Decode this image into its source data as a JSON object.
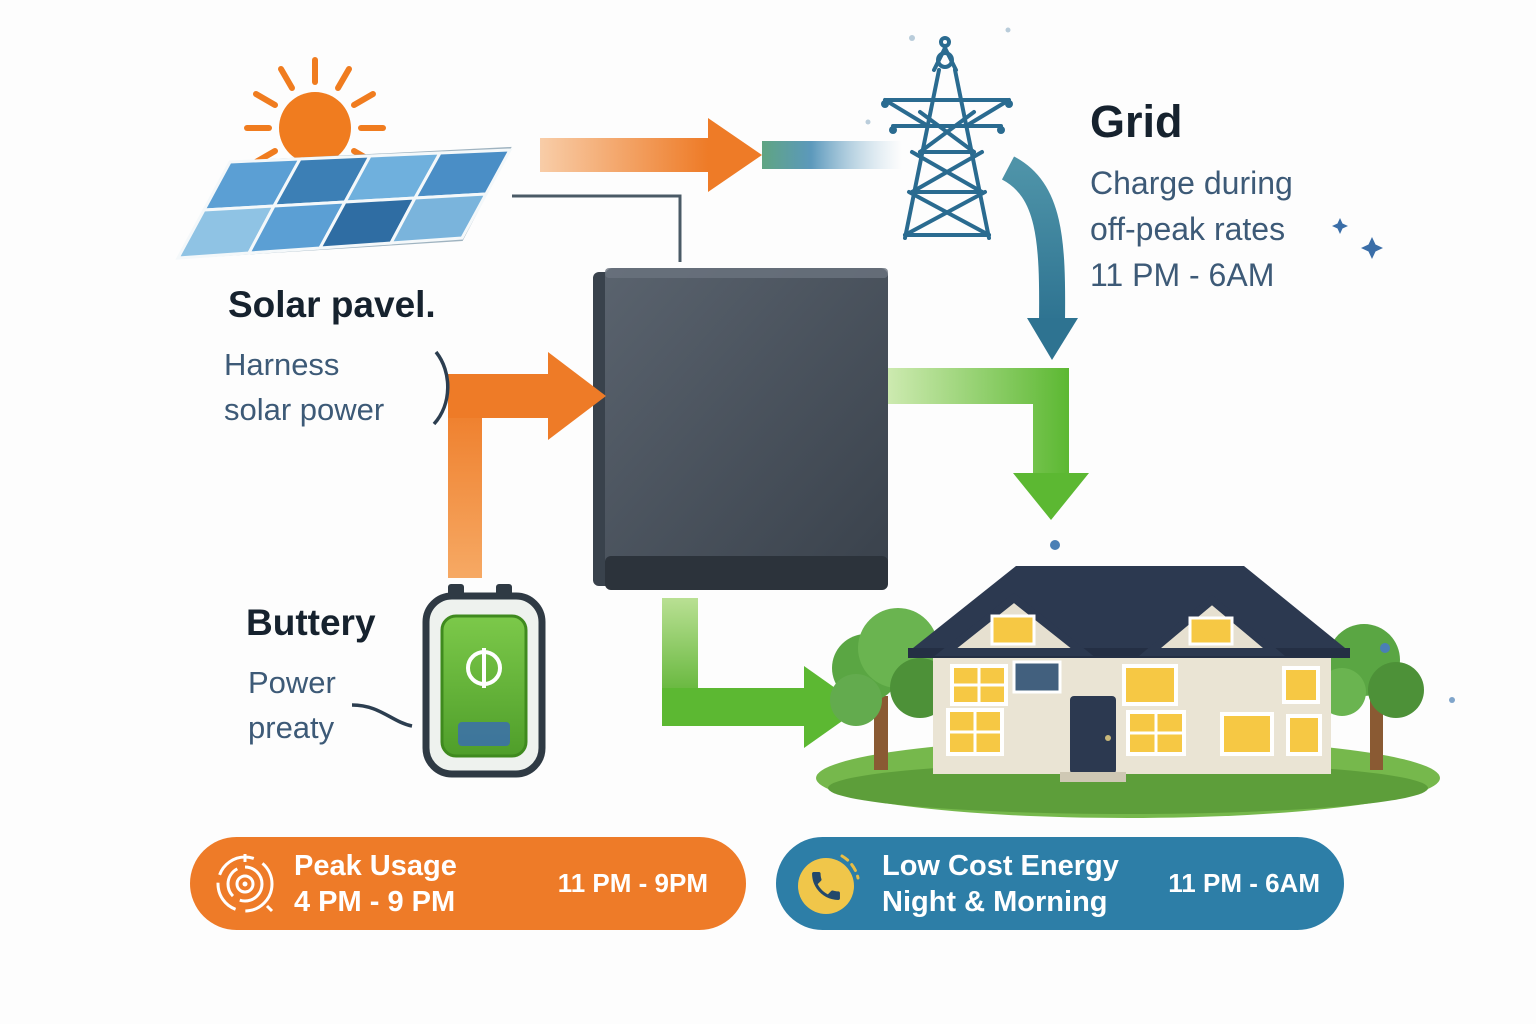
{
  "solar": {
    "title": "Solar pavel.",
    "subtitle_line1": "Harness",
    "subtitle_line2": "solar power"
  },
  "grid": {
    "title": "Grid",
    "subtitle_line1": "Charge during",
    "subtitle_line2": "off-peak rates",
    "subtitle_line3": "11 PM - 6AM"
  },
  "battery": {
    "title": "Buttery",
    "subtitle_line1": "Power",
    "subtitle_line2": "preaty"
  },
  "pills": {
    "peak_usage": {
      "title": "Peak Usage",
      "hours": "4 PM - 9 PM",
      "time_range": "11 PM - 9PM",
      "icon": "target-icon",
      "color": "#ee7b28"
    },
    "low_cost": {
      "title": "Low Cost Energy",
      "subtitle": "Night & Morning",
      "time_range": "11 PM - 6AM",
      "icon": "phone-icon",
      "color": "#2d7ea7"
    }
  },
  "icons": {
    "sun": "sun-icon",
    "solar_panel": "solar-panel-icon",
    "grid_tower": "transmission-tower-icon",
    "home_battery": "powerwall-battery-icon",
    "battery": "battery-icon",
    "house": "house-icon"
  },
  "colors": {
    "accent_orange": "#ee7b28",
    "accent_green": "#5cb832",
    "accent_blue": "#2d7ea7",
    "accent_teal": "#2e7391",
    "text_dark": "#16222e",
    "text_blue_gray": "#3d5a77",
    "battery_green": "#6abf3a",
    "window_yellow": "#f6c844"
  }
}
